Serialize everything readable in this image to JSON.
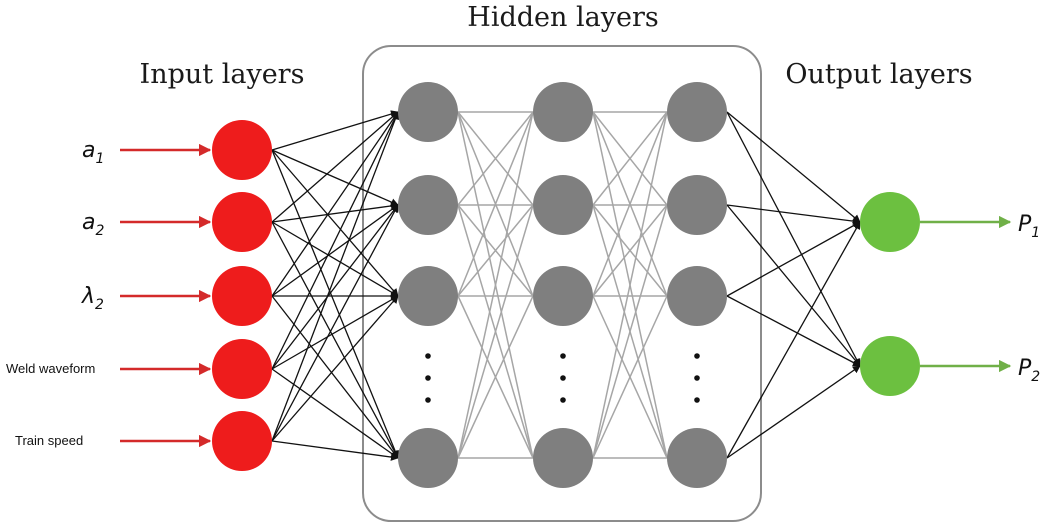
{
  "titles": {
    "hidden": "Hidden layers",
    "input": "Input layers",
    "output": "Output layers"
  },
  "inputs": [
    {
      "main": "a",
      "sub": "1",
      "style": "math"
    },
    {
      "main": "a",
      "sub": "2",
      "style": "math"
    },
    {
      "main": "λ",
      "sub": "2",
      "style": "math"
    },
    {
      "main": "Weld waveform",
      "sub": "",
      "style": "text"
    },
    {
      "main": "Train speed",
      "sub": "",
      "style": "text"
    }
  ],
  "outputs": [
    {
      "main": "P",
      "sub": "1"
    },
    {
      "main": "P",
      "sub": "2"
    }
  ],
  "hidden_columns": 3,
  "hidden_visible_nodes_per_column": 4,
  "ellipsis": "⋮",
  "colors": {
    "input_node": "#ee1c1c",
    "input_arrow": "#d42a2a",
    "hidden_node": "#7f7f7f",
    "output_node": "#6cc040",
    "output_arrow": "#70b048",
    "edge_dark": "#111111",
    "edge_light": "#a6a6a6",
    "box_border": "#8c8c8c"
  }
}
